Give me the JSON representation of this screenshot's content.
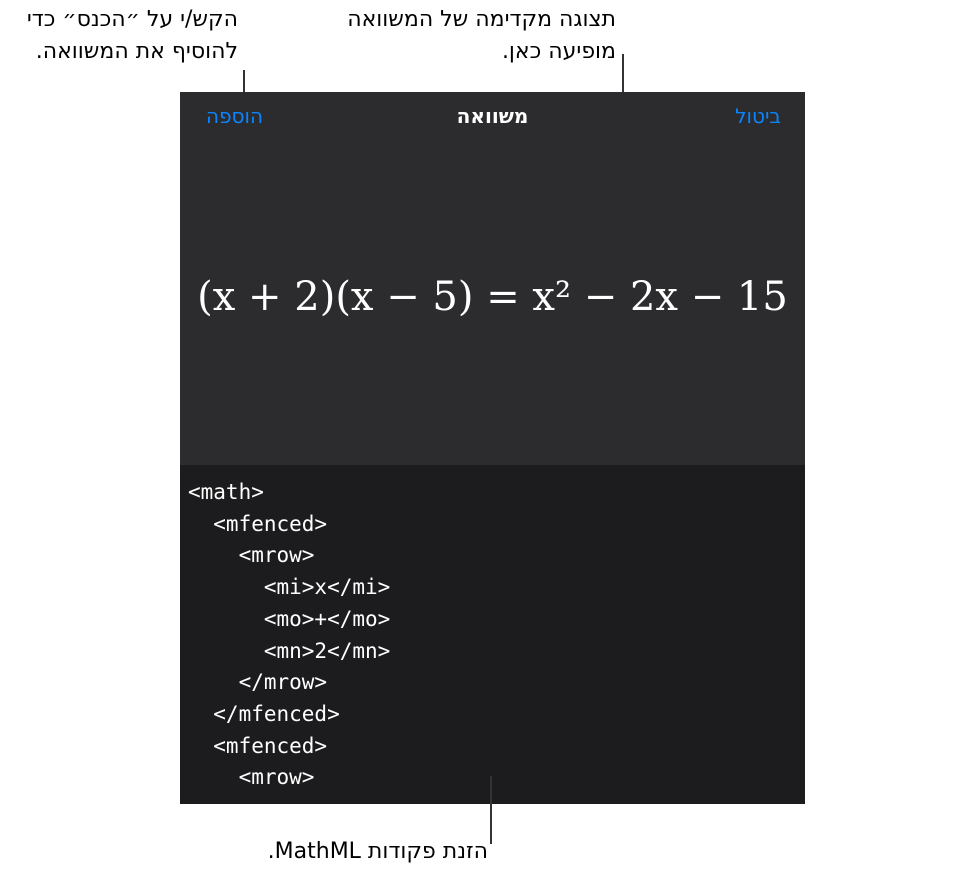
{
  "callouts": {
    "add_line1": "הקש/י על ״הכנס״ כדי",
    "add_line2": "להוסיף את המשוואה.",
    "preview_line1": "תצוגה מקדימה של המשוואה",
    "preview_line2": "מופיעה כאן.",
    "input": "הזנת פקודות MathML."
  },
  "nav": {
    "add_label": "הוספה",
    "title": "משוואה",
    "cancel_label": "ביטול"
  },
  "preview": {
    "equation": "(x + 2)(x − 5) = x² − 2x − 15"
  },
  "editor": {
    "code": "<math>\n  <mfenced>\n    <mrow>\n      <mi>x</mi>\n      <mo>+</mo>\n      <mn>2</mn>\n    </mrow>\n  </mfenced>\n  <mfenced>\n    <mrow>"
  },
  "colors": {
    "accent": "#0a84ff",
    "panel_bg": "#2c2c2e",
    "editor_bg": "#1c1c1e"
  }
}
